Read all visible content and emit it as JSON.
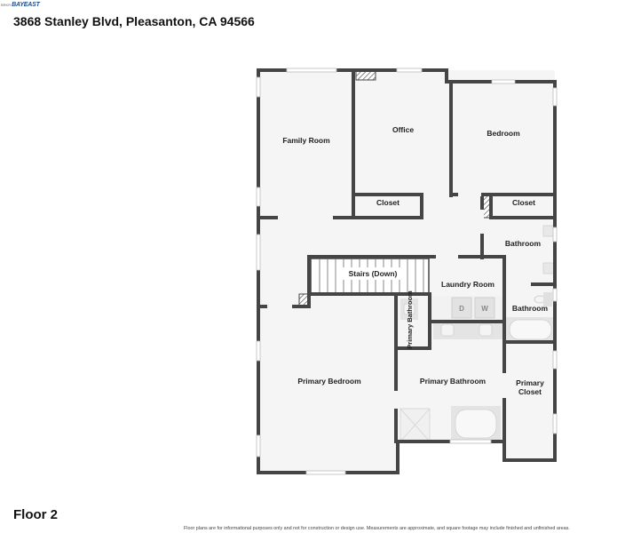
{
  "header": {
    "logo_small": "BRKR",
    "logo_brand": "BAYEAST",
    "address": "3868 Stanley Blvd, Pleasanton, CA 94566"
  },
  "plan": {
    "floor": "Floor 2",
    "rooms": {
      "family_room": "Family Room",
      "office": "Office",
      "bedroom": "Bedroom",
      "closet_office": "Closet",
      "closet_bedroom": "Closet",
      "bathroom_upper": "Bathroom",
      "stairs": "Stairs (Down)",
      "laundry_room": "Laundry Room",
      "bathroom_lower": "Bathroom",
      "primary_bathroom_small": "Primary Bathroom",
      "primary_bedroom": "Primary Bedroom",
      "primary_bathroom": "Primary Bathroom",
      "primary_closet_line1": "Primary",
      "primary_closet_line2": "Closet"
    },
    "appliances": {
      "dryer": "D",
      "washer": "W"
    },
    "colors": {
      "wall": "#454545",
      "floor": "#f5f5f5",
      "window": "#c8c8c8",
      "fixture": "#e6e6e6"
    }
  },
  "footer": {
    "disclaimer": "Floor plans are for informational purposes only and not for construction or design use. Measurements are approximate, and square footage may include finished and unfinished areas."
  }
}
